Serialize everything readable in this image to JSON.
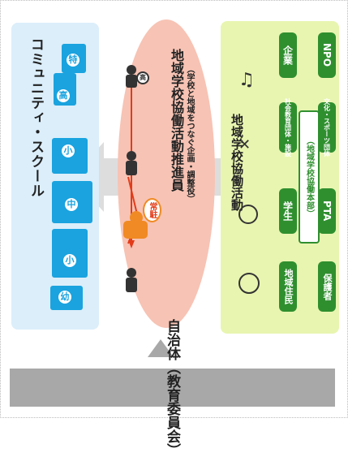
{
  "left_panel": {
    "title": "コミュニティ・スクール",
    "schools": [
      "幼",
      "小",
      "中",
      "小",
      "高",
      "特"
    ]
  },
  "center": {
    "title": "地域学校協働活動推進員",
    "subtitle": "（学校と地域をつなぐ企画・調整役）",
    "badge": "常駐"
  },
  "right_panel": {
    "title": "地域学校協働活動",
    "orgs": {
      "org1": "地域住民",
      "org2": "学生",
      "org3": "社会教育団体・施設",
      "org4": "企業",
      "org5": "保護者",
      "org6": "PTA",
      "org7": "文化・スポーツ団体",
      "org8": "NPO"
    },
    "headquarters": "（地域学校協働本部）"
  },
  "bottom": {
    "label": "自治体（教育委員会）"
  },
  "colors": {
    "blue": "#1aa3df",
    "green": "#2f8f2f",
    "orange": "#f08a24",
    "salmon": "#f7c3b4",
    "grey": "#a8a8a8"
  }
}
